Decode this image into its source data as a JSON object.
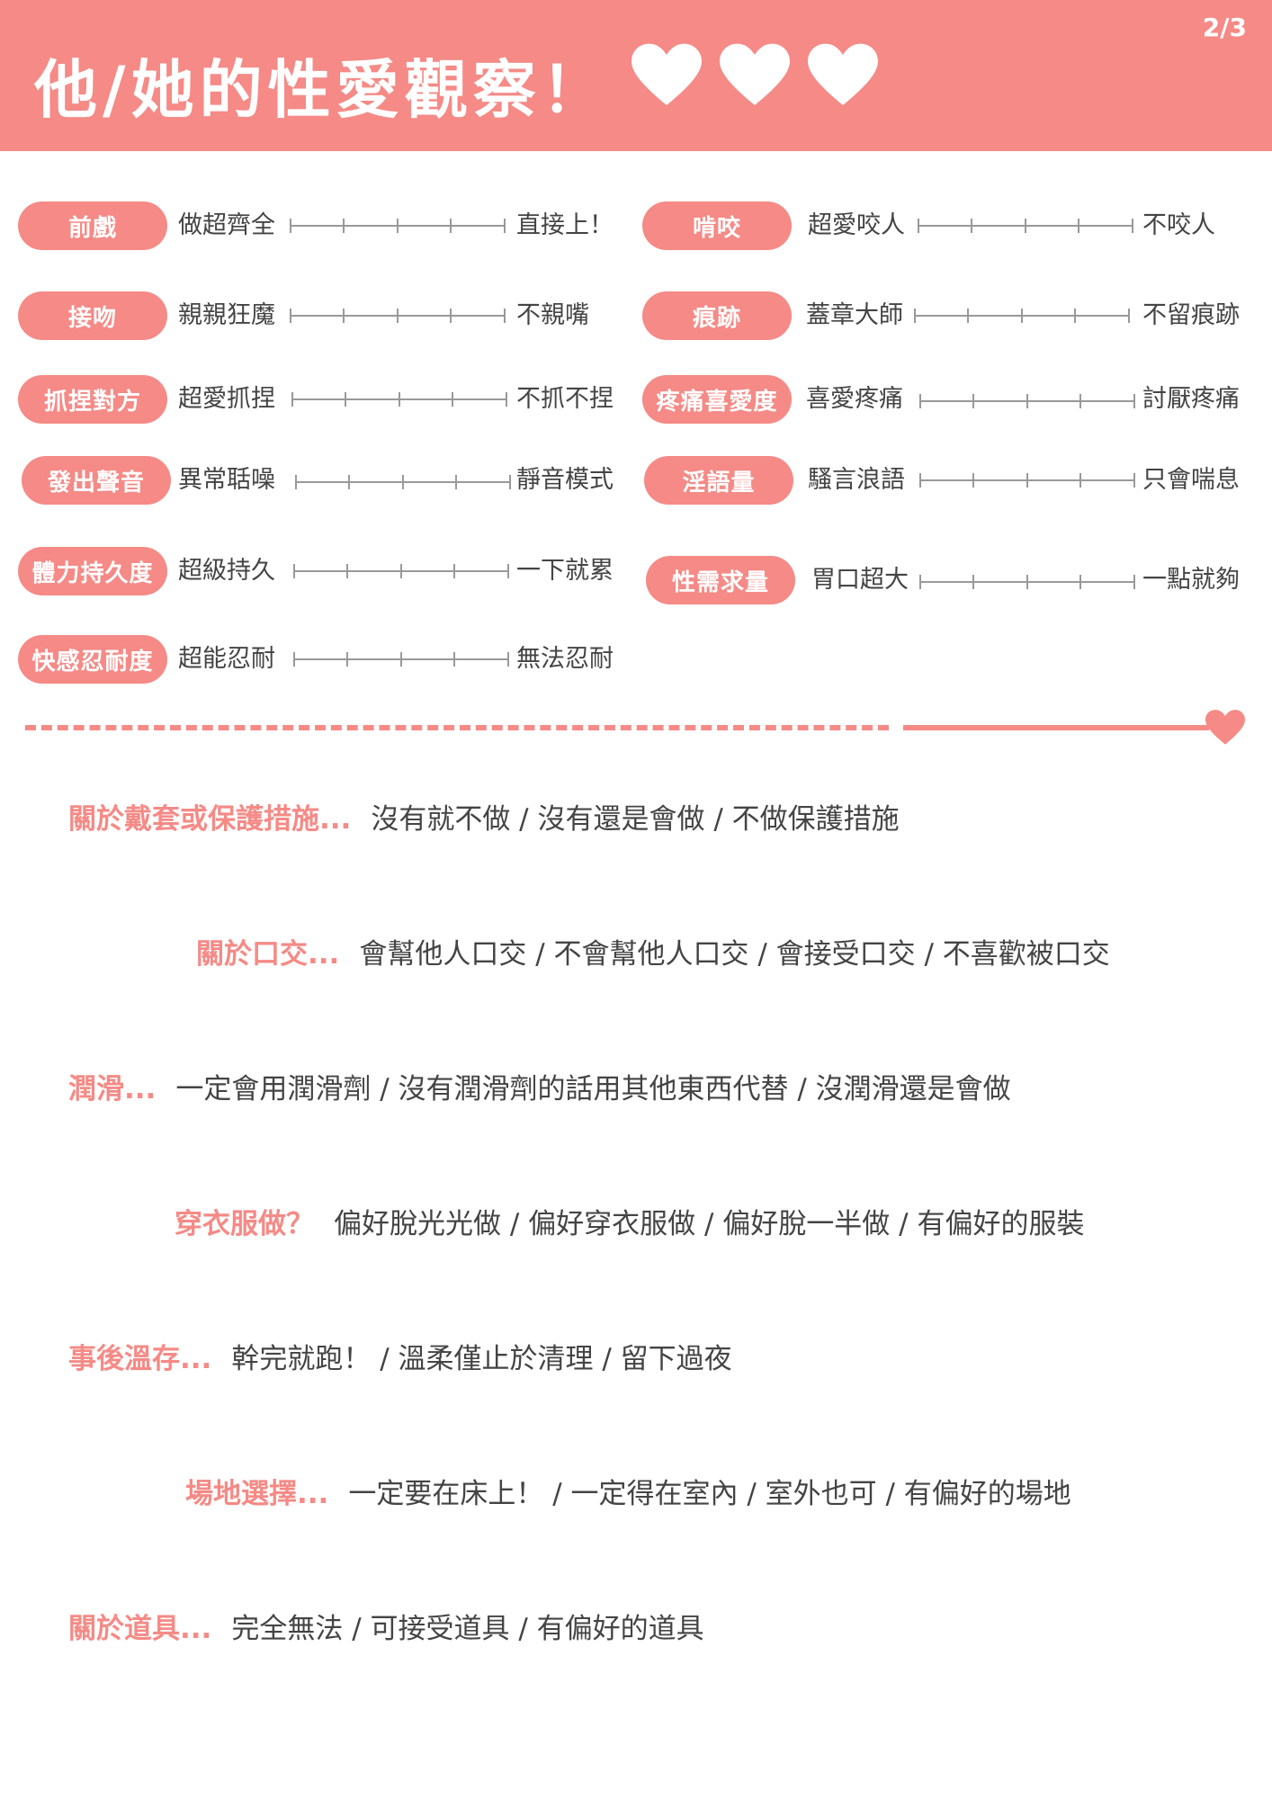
{
  "header": {
    "page_indicator": "2/3",
    "title": "他/她的性愛觀察！"
  },
  "colors": {
    "accent": "#f58a86",
    "scale": "#999999",
    "text": "#444444"
  },
  "scales": [
    {
      "name": "前戲",
      "left": "做超齊全",
      "right": "直接上！"
    },
    {
      "name": "接吻",
      "left": "親親狂魔",
      "right": "不親嘴"
    },
    {
      "name": "抓捏對方",
      "left": "超愛抓捏",
      "right": "不抓不捏"
    },
    {
      "name": "發出聲音",
      "left": "異常聒噪",
      "right": "靜音模式"
    },
    {
      "name": "體力持久度",
      "left": "超級持久",
      "right": "一下就累"
    },
    {
      "name": "快感忍耐度",
      "left": "超能忍耐",
      "right": "無法忍耐"
    },
    {
      "name": "啃咬",
      "left": "超愛咬人",
      "right": "不咬人"
    },
    {
      "name": "痕跡",
      "left": "蓋章大師",
      "right": "不留痕跡"
    },
    {
      "name": "疼痛喜愛度",
      "left": "喜愛疼痛",
      "right": "討厭疼痛"
    },
    {
      "name": "淫語量",
      "left": "騷言浪語",
      "right": "只會喘息"
    },
    {
      "name": "性需求量",
      "left": "胃口超大",
      "right": "一點就夠"
    }
  ],
  "questions": [
    {
      "label": "關於戴套或保護措施...",
      "options": "沒有就不做  /   沒有還是會做 /   不做保護措施"
    },
    {
      "label": "關於口交...",
      "options": "會幫他人口交   /   不會幫他人口交  / 會接受口交 / 不喜歡被口交"
    },
    {
      "label": "潤滑...",
      "options": "一定會用潤滑劑   /   沒有潤滑劑的話用其他東西代替    /   沒潤滑還是會做"
    },
    {
      "label": "穿衣服做？",
      "options": "偏好脫光光做   /   偏好穿衣服做   /   偏好脫一半做  / 有偏好的服裝"
    },
    {
      "label": "事後溫存...",
      "options": "幹完就跑！   /   溫柔僅止於清理  /  留下過夜"
    },
    {
      "label": "場地選擇...",
      "options": "一定要在床上！   /   一定得在室內    /   室外也可   / 有偏好的場地"
    },
    {
      "label": "關於道具...",
      "options": "完全無法   /  可接受道具   / 有偏好的道具"
    }
  ]
}
